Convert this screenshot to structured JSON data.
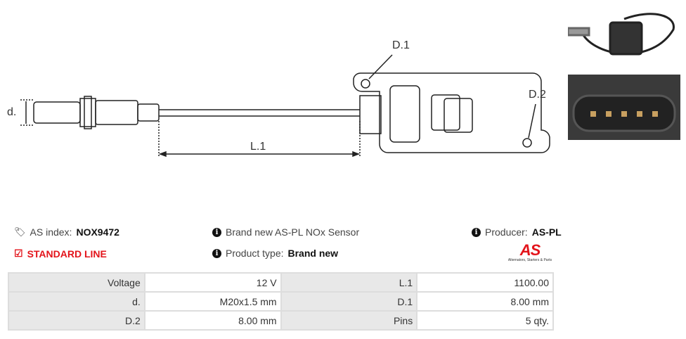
{
  "diagram": {
    "labels": {
      "d": "d.",
      "l1": "L.1",
      "d1": "D.1",
      "d2": "D.2"
    }
  },
  "info": {
    "index_label": "AS index:",
    "index_value": "NOX9472",
    "line_label": "STANDARD LINE",
    "description": "Brand new AS-PL NOx Sensor",
    "type_label": "Product type:",
    "type_value": "Brand new",
    "producer_label": "Producer:",
    "producer_value": "AS-PL",
    "logo_text": "AS",
    "logo_tagline": "Alternators, Starters & Parts"
  },
  "specs": [
    [
      {
        "k": "Voltage",
        "v": "12 V"
      },
      {
        "k": "L.1",
        "v": "1100.00"
      }
    ],
    [
      {
        "k": "d.",
        "v": "M20x1.5 mm"
      },
      {
        "k": "D.1",
        "v": "8.00 mm"
      }
    ],
    [
      {
        "k": "D.2",
        "v": "8.00 mm"
      },
      {
        "k": "Pins",
        "v": "5 qty."
      }
    ]
  ],
  "colors": {
    "accent": "#e3141b"
  }
}
